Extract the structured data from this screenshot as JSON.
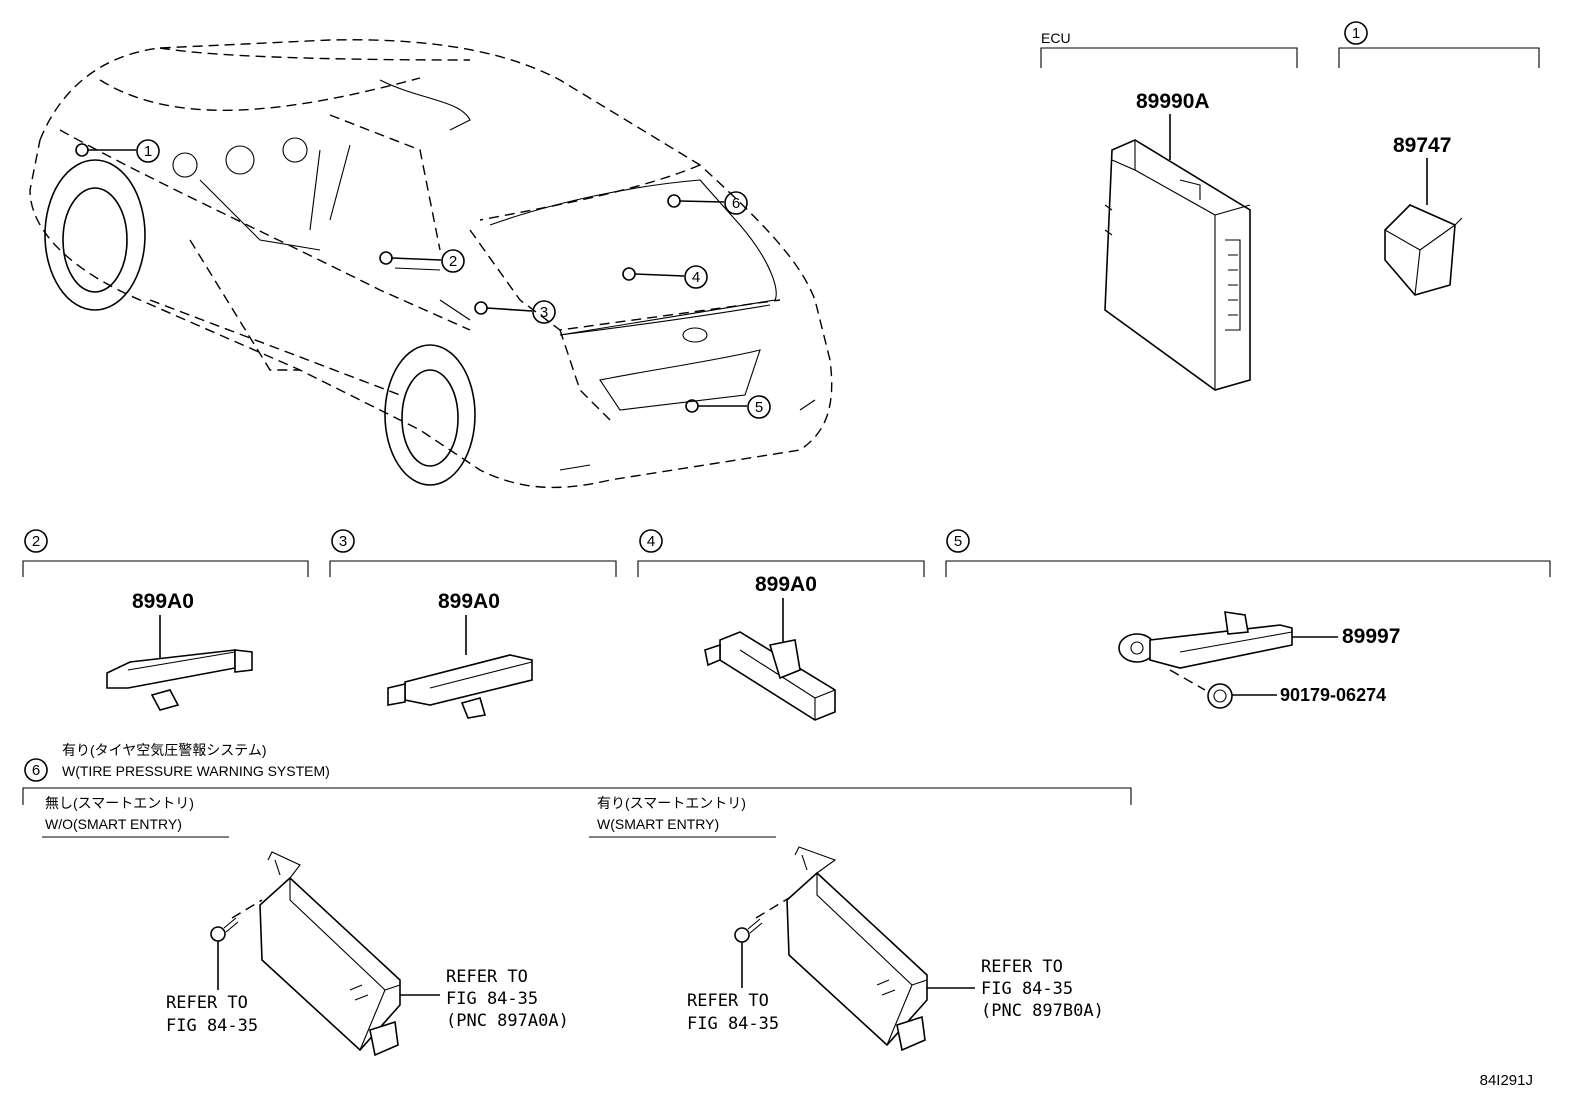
{
  "diagram_code": "84I291J",
  "callouts": [
    "1",
    "2",
    "3",
    "4",
    "5",
    "6"
  ],
  "sections": {
    "ecu": {
      "header": "ECU",
      "part": "89990A"
    },
    "s1": {
      "num": "1",
      "part": "89747"
    },
    "s2": {
      "num": "2",
      "part": "899A0"
    },
    "s3": {
      "num": "3",
      "part": "899A0"
    },
    "s4": {
      "num": "4",
      "part": "899A0"
    },
    "s5": {
      "num": "5",
      "part1": "89997",
      "part2": "90179-06274"
    },
    "s6": {
      "num": "6",
      "title_jp": "有り(タイヤ空気圧警報システム)",
      "title_en": "W(TIRE PRESSURE WARNING SYSTEM)",
      "left": {
        "label_jp": "無し(スマートエントリ)",
        "label_en": "W/O(SMART ENTRY)",
        "ref_bolt": [
          "REFER TO",
          "FIG 84-35"
        ],
        "ref_part": [
          "REFER TO",
          "FIG 84-35",
          "(PNC 897A0A)"
        ]
      },
      "right": {
        "label_jp": "有り(スマートエントリ)",
        "label_en": "W(SMART ENTRY)",
        "ref_bolt": [
          "REFER TO",
          "FIG 84-35"
        ],
        "ref_part": [
          "REFER TO",
          "FIG 84-35",
          "(PNC 897B0A)"
        ]
      }
    }
  }
}
